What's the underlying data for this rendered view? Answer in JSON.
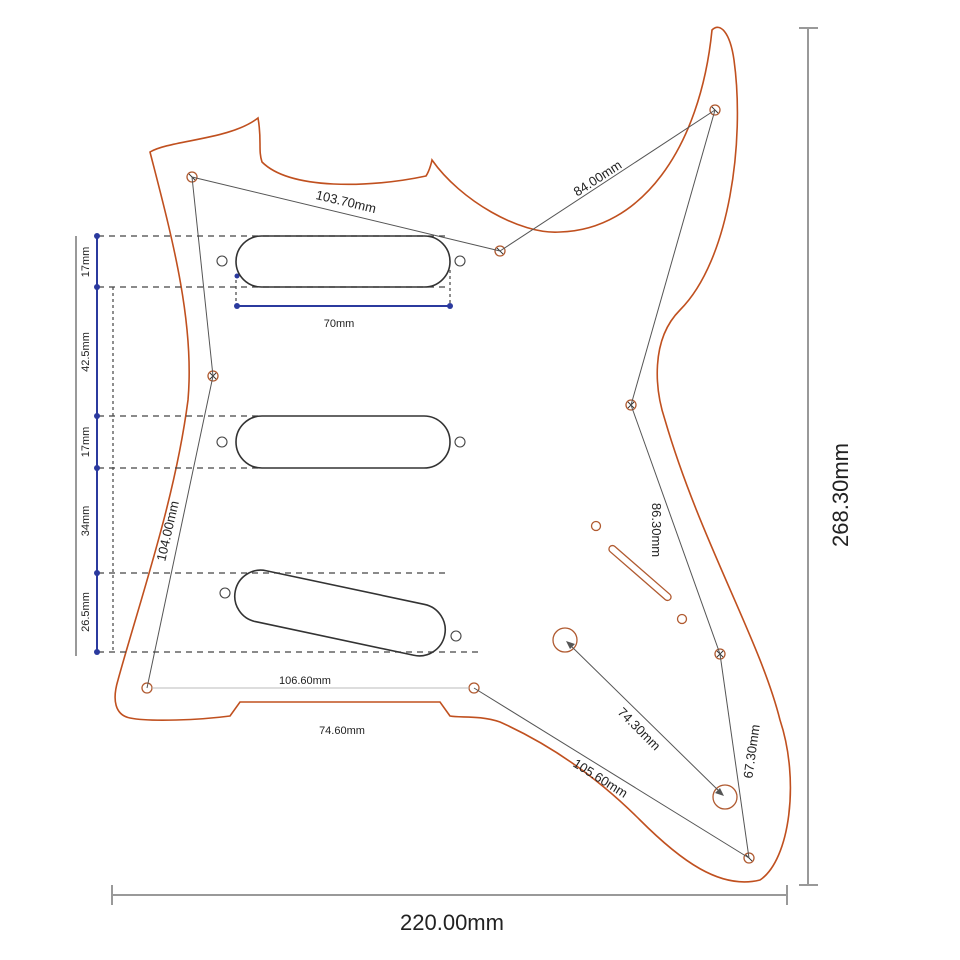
{
  "diagram": {
    "subject": "pickguard-dimension-drawing",
    "colors": {
      "outline": "#c0501f",
      "measure_line": "#555555",
      "pickup_spacing": "#2b3a9e",
      "overall_dimension": "#999999"
    },
    "overall": {
      "width_label": "220.00mm",
      "height_label": "268.30mm"
    },
    "screw_distances": {
      "top_left_to_center": "103.70mm",
      "center_to_horn": "84.00mm",
      "right_upper_to_right_lower": "86.30mm",
      "right_lower_to_bottom": "67.30mm",
      "left_top_to_left_bottom": "104.00mm",
      "bottom_left_to_bottom_mid": "106.60mm",
      "bottom_mid_to_bottom_right": "105.60mm",
      "bottom_edge_notch": "74.60mm",
      "control_knob_span": "74.30mm"
    },
    "pickups": {
      "length_label": "70mm",
      "vertical_spacing": [
        {
          "label": "17mm"
        },
        {
          "label": "42.5mm"
        },
        {
          "label": "17mm"
        },
        {
          "label": "34mm"
        },
        {
          "label": "26.5mm"
        }
      ],
      "items": [
        {
          "name": "neck-pickup"
        },
        {
          "name": "middle-pickup"
        },
        {
          "name": "bridge-pickup"
        }
      ]
    }
  }
}
